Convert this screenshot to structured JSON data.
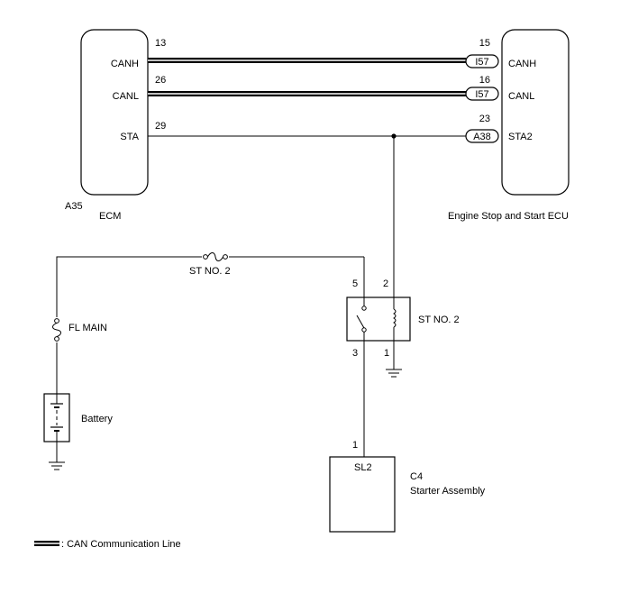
{
  "ecm": {
    "code": "A35",
    "name": "ECM",
    "pins": [
      {
        "label": "CANH",
        "number": "13"
      },
      {
        "label": "CANL",
        "number": "26"
      },
      {
        "label": "STA",
        "number": "29"
      }
    ]
  },
  "engine_stop_start_ecu": {
    "name": "Engine Stop and Start ECU",
    "pins": [
      {
        "label": "CANH",
        "number": "15",
        "connector": "I57"
      },
      {
        "label": "CANL",
        "number": "16",
        "connector": "I57"
      },
      {
        "label": "STA2",
        "number": "23",
        "connector": "A38"
      }
    ]
  },
  "fuse_st_no2": {
    "label": "ST NO. 2"
  },
  "fuse_fl_main": {
    "label": "FL MAIN"
  },
  "battery": {
    "label": "Battery"
  },
  "relay": {
    "label": "ST NO. 2",
    "pins": {
      "p5": "5",
      "p2": "2",
      "p3": "3",
      "p1": "1"
    }
  },
  "starter": {
    "code": "C4",
    "name": "Starter Assembly",
    "pin_number": "1",
    "pin_label": "SL2"
  },
  "legend": {
    "label": ": CAN Communication Line"
  }
}
